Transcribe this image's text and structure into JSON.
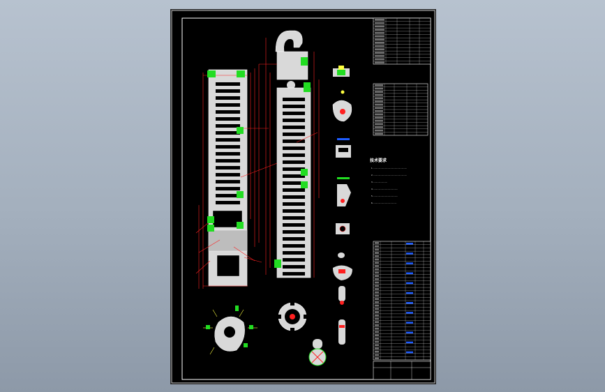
{
  "drawing": {
    "notes_title": "技术要求",
    "notes": [
      "1. ..........................................................",
      "2. ..........................................................",
      "3. ........................",
      "4. ..........................................",
      "5. ..........................................",
      "6. ........................................"
    ],
    "title_block_name": "",
    "colors": {
      "background": "#000000",
      "part_fill": "#d9d9d9",
      "frame": "#ffffff",
      "dimension": "#ff2020",
      "highlight": "#22dd22",
      "accent_blue": "#1e5cff",
      "accent_yellow": "#ffff40",
      "accent_magenta": "#ff40ff"
    }
  }
}
